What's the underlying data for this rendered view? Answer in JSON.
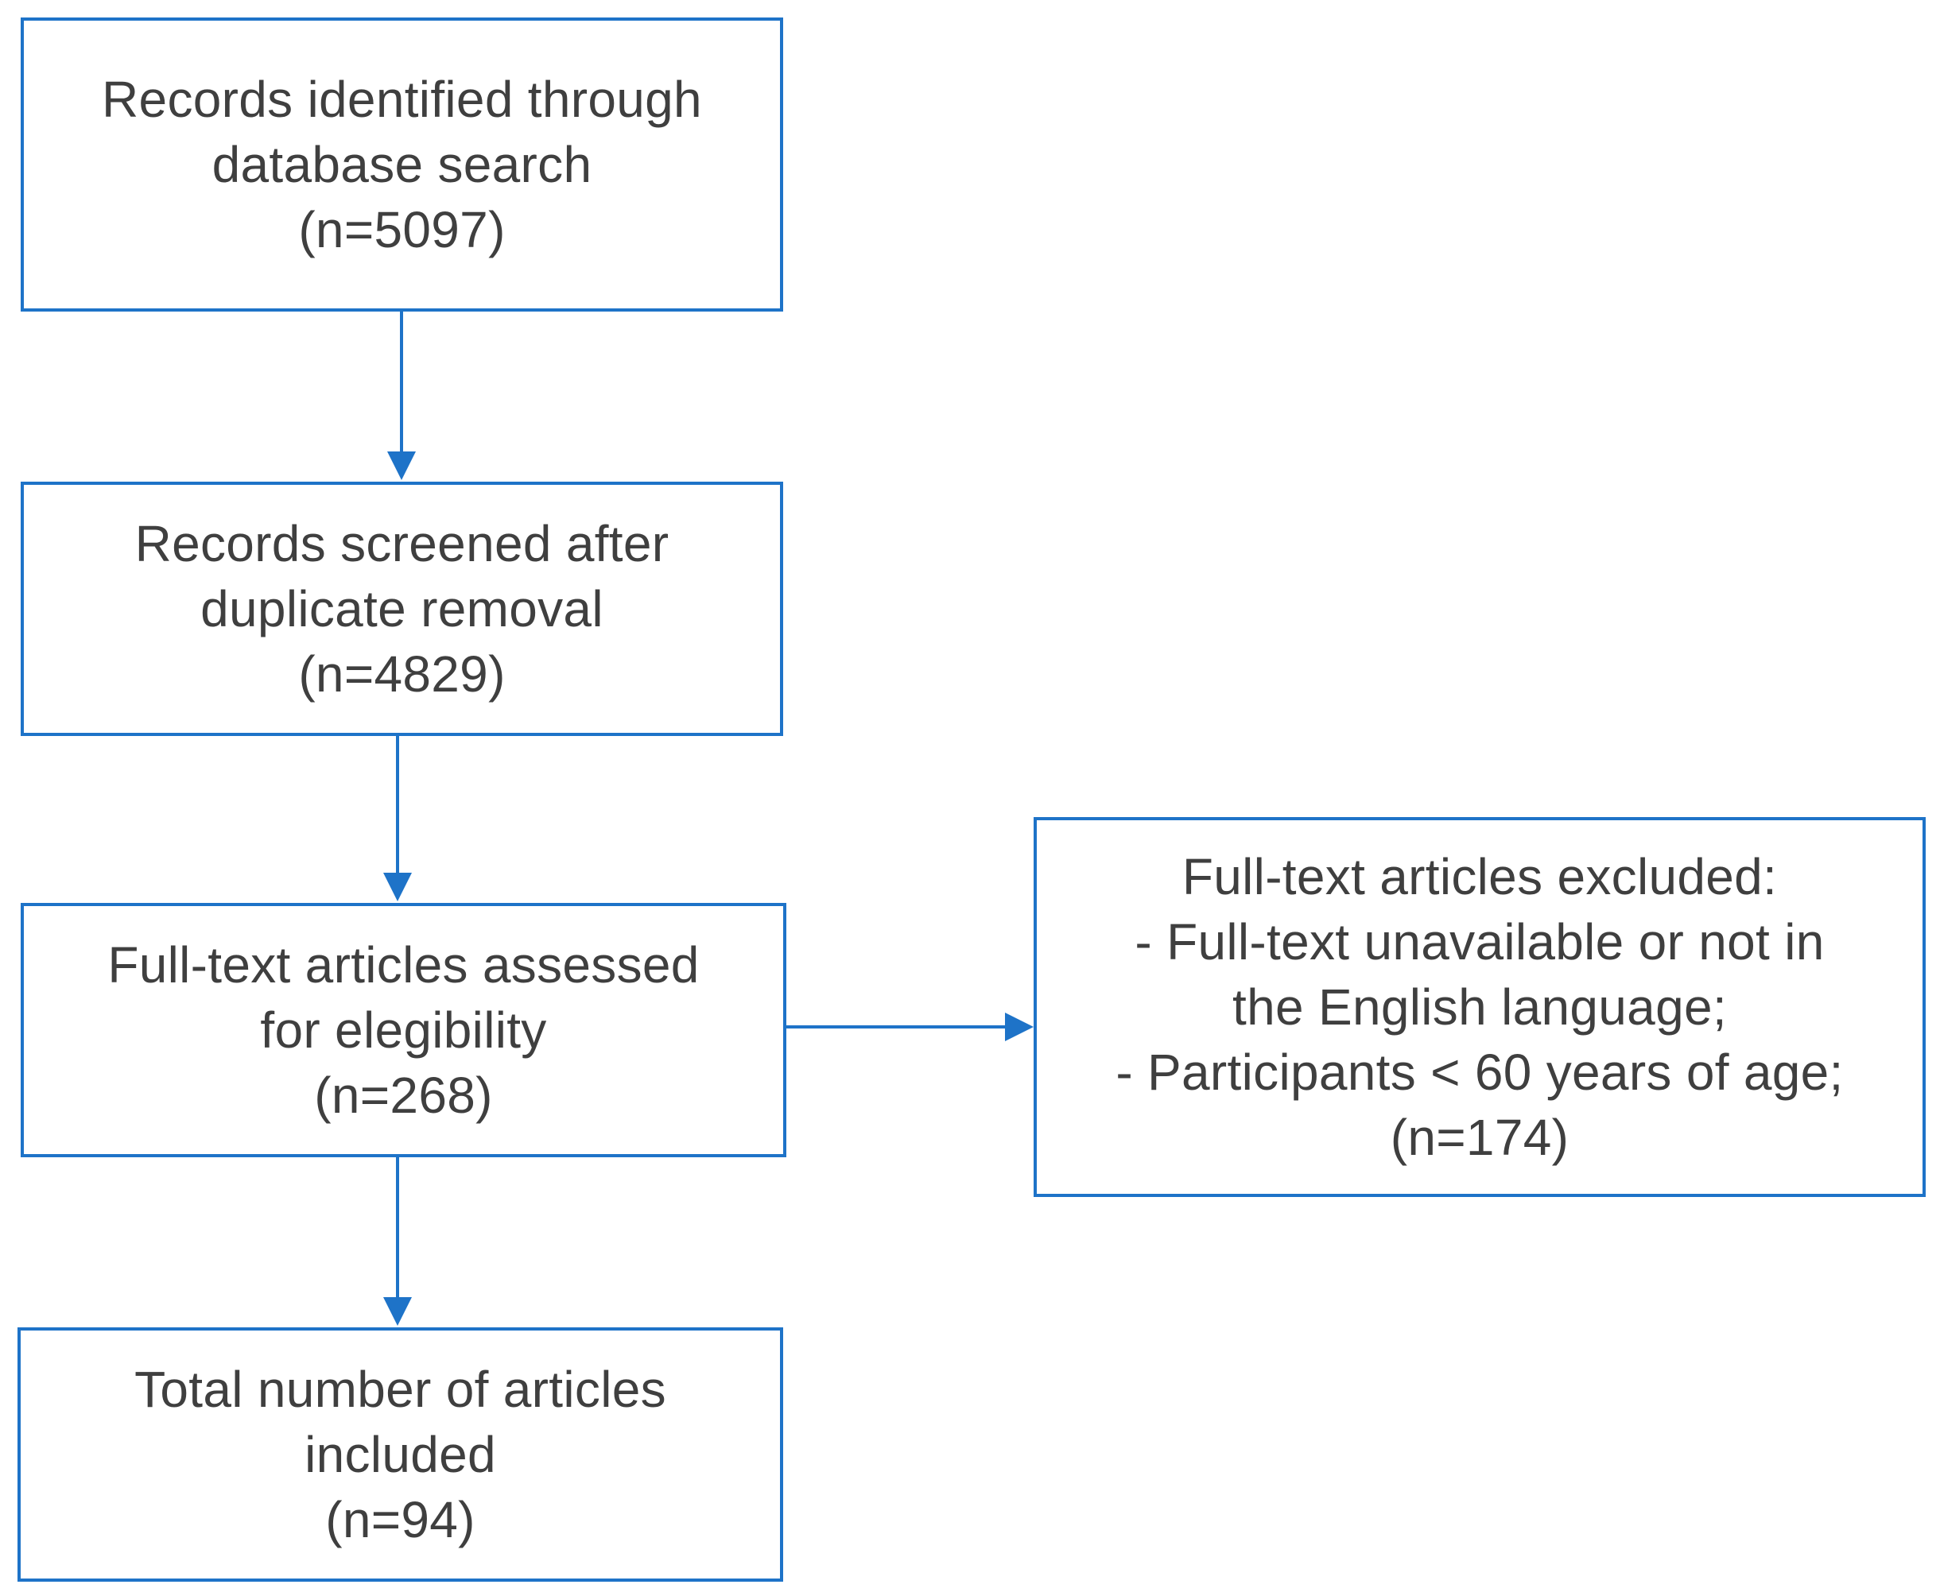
{
  "flowchart": {
    "colors": {
      "border": "#1e73c8",
      "arrow": "#1e73c8",
      "text": "#3f3f3f"
    },
    "boxes": {
      "identified": {
        "lines": [
          "Records identified through",
          "database search",
          "(n=5097)"
        ]
      },
      "screened": {
        "lines": [
          "Records screened after",
          "duplicate removal",
          "(n=4829)"
        ]
      },
      "assessed": {
        "lines": [
          "Full-text articles assessed",
          "for elegibility",
          "(n=268)"
        ]
      },
      "excluded": {
        "lines": [
          "Full-text articles excluded:",
          "- Full-text unavailable or not in",
          "the English language;",
          "- Participants < 60 years of age;",
          "(n=174)"
        ]
      },
      "included": {
        "lines": [
          "Total number of articles",
          "included",
          "(n=94)"
        ]
      }
    },
    "edges": [
      {
        "from": "identified",
        "to": "screened"
      },
      {
        "from": "screened",
        "to": "assessed"
      },
      {
        "from": "assessed",
        "to": "excluded"
      },
      {
        "from": "assessed",
        "to": "included"
      }
    ]
  }
}
